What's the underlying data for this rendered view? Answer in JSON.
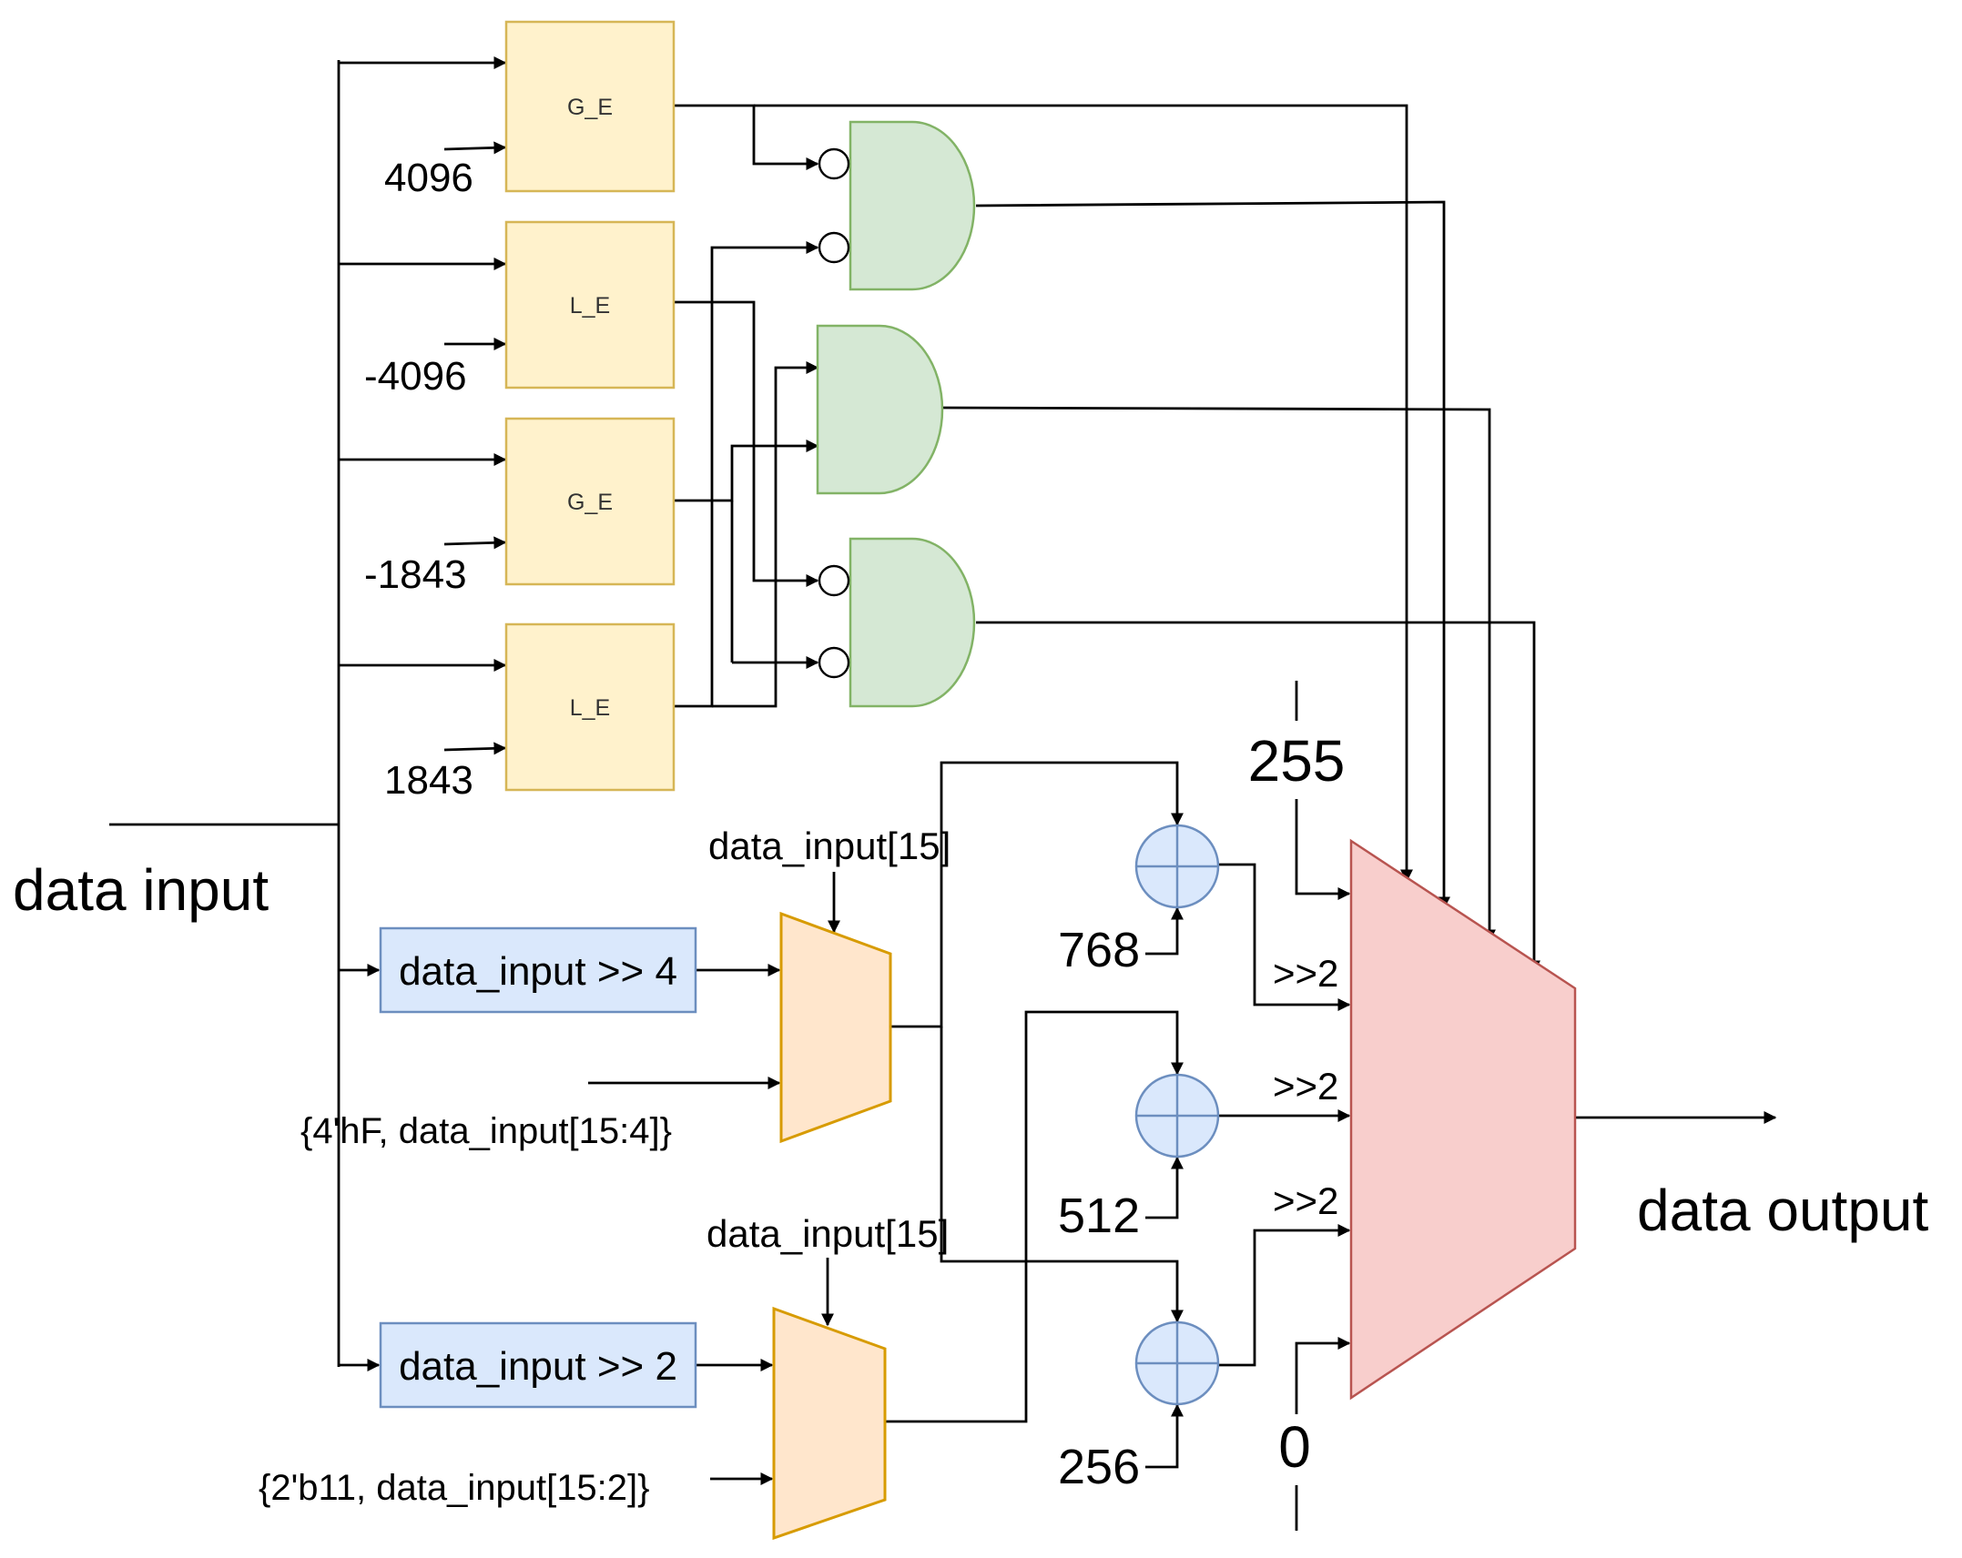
{
  "input_label": "data input",
  "output_label": "data output",
  "comparators": [
    {
      "label": "G_E",
      "constant": "4096"
    },
    {
      "label": "L_E",
      "constant": "-4096"
    },
    {
      "label": "G_E",
      "constant": "-1843"
    },
    {
      "label": "L_E",
      "constant": "1843"
    }
  ],
  "shifters": [
    {
      "label": "data_input >> 4",
      "concat": "{4'hF, data_input[15:4]}",
      "select": "data_input[15]"
    },
    {
      "label": "data_input >> 2",
      "concat": "{2'b11, data_input[15:2]}",
      "select": "data_input[15]"
    }
  ],
  "adders": [
    {
      "constant": "768"
    },
    {
      "constant": "512"
    },
    {
      "constant": "256"
    }
  ],
  "mux_inputs": {
    "top_constant": "255",
    "bottom_constant": "0",
    "shift_labels": [
      ">>2",
      ">>2",
      ">>2"
    ]
  },
  "colors": {
    "comparator_fill": "#fff2cc",
    "comparator_stroke": "#d6b656",
    "gate_fill": "#d5e8d4",
    "gate_stroke": "#82b366",
    "shifter_fill": "#dae8fc",
    "shifter_stroke": "#6c8ebf",
    "small_mux_fill": "#ffe6cc",
    "small_mux_stroke": "#d79b00",
    "adder_fill": "#dae8fc",
    "adder_stroke": "#6c8ebf",
    "output_mux_fill": "#f8cecc",
    "output_mux_stroke": "#b85450"
  }
}
